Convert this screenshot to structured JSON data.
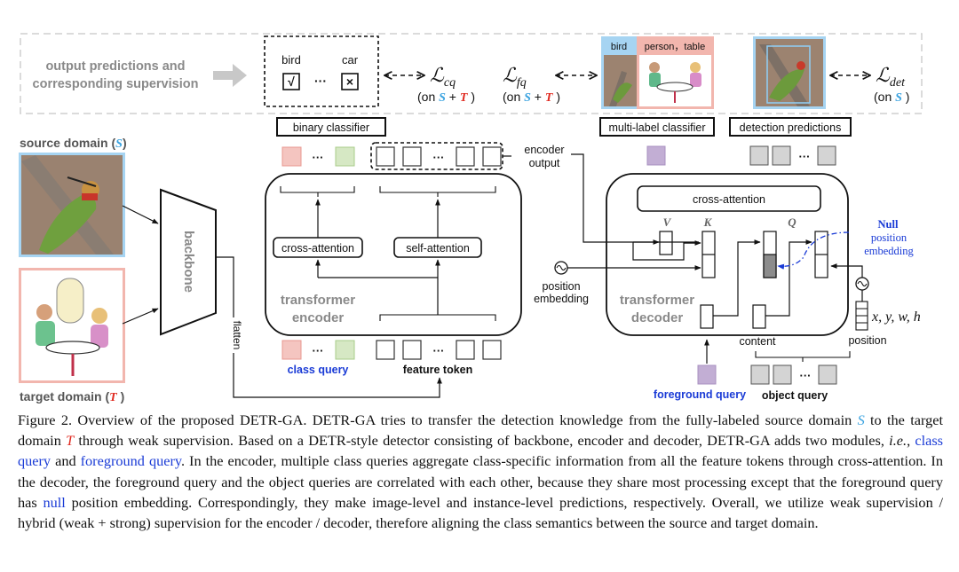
{
  "figure": {
    "top_banner": {
      "title_line1": "output predictions and",
      "title_line2": "corresponding supervision",
      "binary_box": {
        "class1": "bird",
        "class1_mark": "√",
        "ellipsis": "···",
        "class2": "car",
        "class2_mark": "×"
      },
      "loss_cq": {
        "symbol": "ℒ",
        "sub": "cq",
        "on_prefix": "(on ",
        "S": "S",
        "plus": " + ",
        "T": "T",
        "close": " )"
      },
      "loss_fq": {
        "symbol": "ℒ",
        "sub": "fq",
        "on_prefix": "(on ",
        "S": "S",
        "plus": " + ",
        "T": "T",
        "close": " )"
      },
      "loss_det": {
        "symbol": "ℒ",
        "sub": "det",
        "on_prefix": "(on ",
        "S": "S",
        "close": " )"
      },
      "multilabel_tags": {
        "bird": "bird",
        "person_table": "person，table"
      }
    },
    "source_domain_label": {
      "text": "source domain (",
      "sym": "S",
      "close": ")"
    },
    "target_domain_label": {
      "text": "target domain (",
      "sym": "T",
      "close": " )"
    },
    "backbone_label": "backbone",
    "flatten_label": "flatten",
    "binary_classifier_label": "binary classifier",
    "multilabel_classifier_label": "multi-label classifier",
    "detection_predictions_label": "detection predictions",
    "encoder_output_line1": "encoder",
    "encoder_output_line2": "output",
    "encoder": {
      "cross_attention": "cross-attention",
      "self_attention": "self-attention",
      "title_line1": "transformer",
      "title_line2": "encoder"
    },
    "ellipsis": "···",
    "class_query_label": "class query",
    "feature_token_label": "feature token",
    "position_embedding_line1": "position",
    "position_embedding_line2": "embedding",
    "decoder": {
      "cross_attention": "cross-attention",
      "V": "V",
      "K": "K",
      "Q": "Q",
      "title_line1": "transformer",
      "title_line2": "decoder",
      "null_line1": "Null",
      "null_line2": "position",
      "null_line3": "embedding"
    },
    "xywh_label": "x, y, w, h",
    "content_label": "content",
    "position_label": "position",
    "foreground_query_label": "foreground query",
    "object_query_label": "object query",
    "colors": {
      "source_blue": "#3ba3e0",
      "target_red": "#e02a20",
      "class_red": "#f4c5c0",
      "class_green": "#d6e8c4",
      "foreground_purple": "#c2aed4",
      "object_gray": "#d4d4d4",
      "caption_blue": "#1a3bd6"
    }
  },
  "caption": {
    "p1": "Figure 2. Overview of the proposed DETR-GA. DETR-GA tries to transfer the detection knowledge from the fully-labeled source domain ",
    "S": "S",
    "p2": " to the target domain ",
    "T": "T",
    "p3": " through weak supervision. Based on a DETR-style detector consisting of backbone, encoder and decoder, DETR-GA adds two modules, ",
    "ie": "i.e.",
    "p4": ", ",
    "class_query": "class query",
    "p5": " and ",
    "foreground_query": "foreground query",
    "p6": ". In the encoder, multiple class queries aggregate class-specific information from all the feature tokens through cross-attention.  In the decoder, the foreground query and the object queries are correlated with each other, because they share most processing except that the foreground query has ",
    "null": "null",
    "p7": " position embedding.  Correspondingly, they make image-level and instance-level predictions, respectively. Overall, we utilize weak supervision / hybrid (weak + strong) supervision for the encoder / decoder, therefore aligning the class semantics between the source and target domain."
  }
}
